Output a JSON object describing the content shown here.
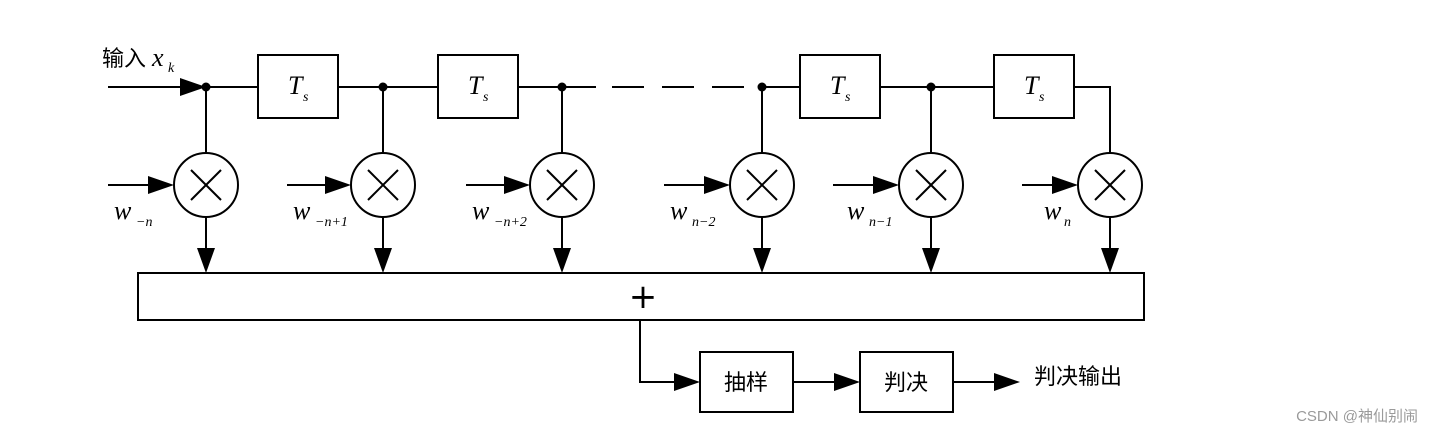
{
  "input_label": {
    "text": "输入",
    "var": "x",
    "sub": "k"
  },
  "delay": {
    "var": "T",
    "sub": "s"
  },
  "weights": [
    {
      "base": "w",
      "sub": "−n"
    },
    {
      "base": "w",
      "sub": "−n+1"
    },
    {
      "base": "w",
      "sub": "−n+2"
    },
    {
      "base": "w",
      "sub": "n−2"
    },
    {
      "base": "w",
      "sub": "n−1"
    },
    {
      "base": "w",
      "sub": "n"
    }
  ],
  "multiplier_symbol": "×",
  "summer_symbol": "+",
  "sampler_label": "抽样",
  "decision_label": "判决",
  "output_label": "判决输出",
  "watermark": "CSDN @神仙别闹"
}
